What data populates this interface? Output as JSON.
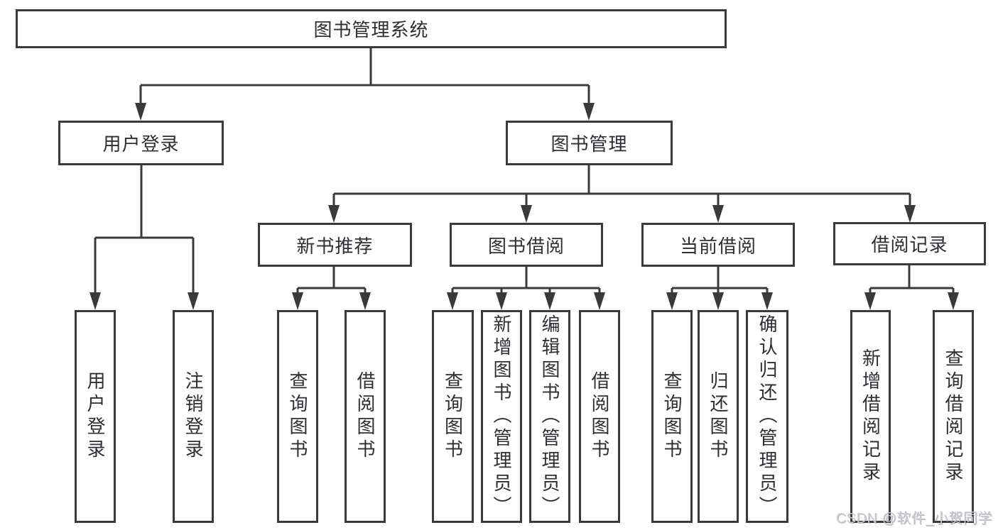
{
  "diagram_type": "hierarchy-tree",
  "tree": {
    "label": "图书管理系统",
    "children": [
      {
        "label": "用户登录",
        "children": [
          {
            "label": "用户登录"
          },
          {
            "label": "注销登录"
          }
        ]
      },
      {
        "label": "图书管理",
        "children": [
          {
            "label": "新书推荐",
            "children": [
              {
                "label": "查询图书"
              },
              {
                "label": "借阅图书"
              }
            ]
          },
          {
            "label": "图书借阅",
            "children": [
              {
                "label": "查询图书"
              },
              {
                "label": "新增图书（管理员）"
              },
              {
                "label": "编辑图书（管理员）"
              },
              {
                "label": "借阅图书"
              }
            ]
          },
          {
            "label": "当前借阅",
            "children": [
              {
                "label": "查询图书"
              },
              {
                "label": "归还图书"
              },
              {
                "label": "确认归还（管理员）"
              }
            ]
          },
          {
            "label": "借阅记录",
            "children": [
              {
                "label": "新增借阅记录"
              },
              {
                "label": "查询借阅记录"
              }
            ]
          }
        ]
      }
    ]
  },
  "watermark": {
    "text": "CSDN @软件_小贺同学"
  },
  "colors": {
    "line": "#3a3a3a",
    "text": "#2e2e33",
    "background": "#ffffff",
    "watermark": "#c9cbd1"
  }
}
